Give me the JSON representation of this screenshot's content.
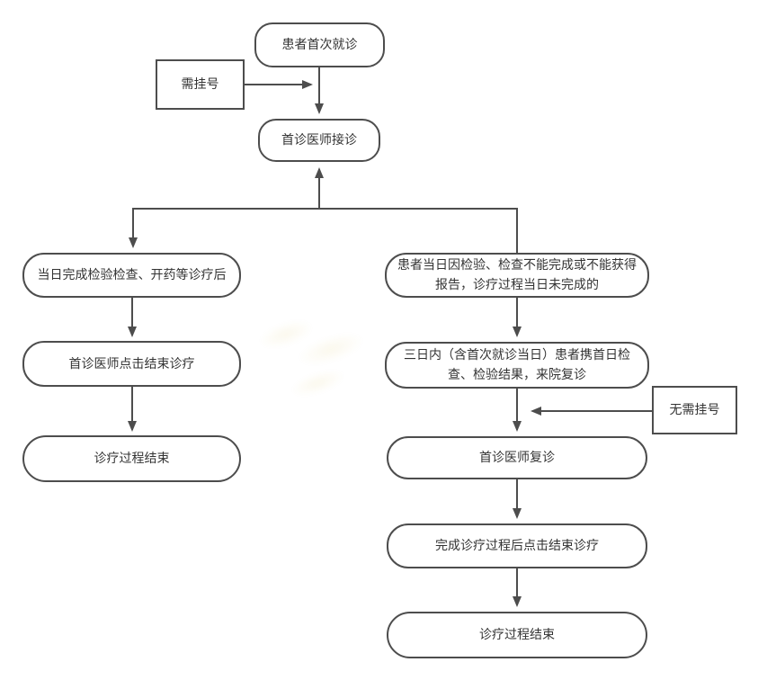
{
  "diagram": {
    "description": "Outpatient first-visit and follow-up treatment flowchart",
    "nodes": {
      "start": {
        "label": "患者首次就诊"
      },
      "need_register": {
        "label": "需挂号"
      },
      "first_visit": {
        "label": "首诊医师接诊"
      },
      "left_1": {
        "label": "当日完成检验检查、开药等诊疗后"
      },
      "left_2": {
        "label": "首诊医师点击结束诊疗"
      },
      "left_3": {
        "label": "诊疗过程结束"
      },
      "right_1": {
        "label": "患者当日因检验、检查不能完成或不能获得报告，诊疗过程当日未完成的"
      },
      "right_2": {
        "label": "三日内（含首次就诊当日）患者携首日检查、检验结果，来院复诊"
      },
      "no_register": {
        "label": "无需挂号"
      },
      "right_3": {
        "label": "首诊医师复诊"
      },
      "right_4": {
        "label": "完成诊疗过程后点击结束诊疗"
      },
      "right_5": {
        "label": "诊疗过程结束"
      }
    },
    "colors": {
      "line": "#4d4d4d",
      "box_border": "#4d4d4d",
      "box_fill": "#ffffff",
      "text": "#333333",
      "background": "#ffffff",
      "watermark_tint": "#d8bc4e"
    }
  }
}
